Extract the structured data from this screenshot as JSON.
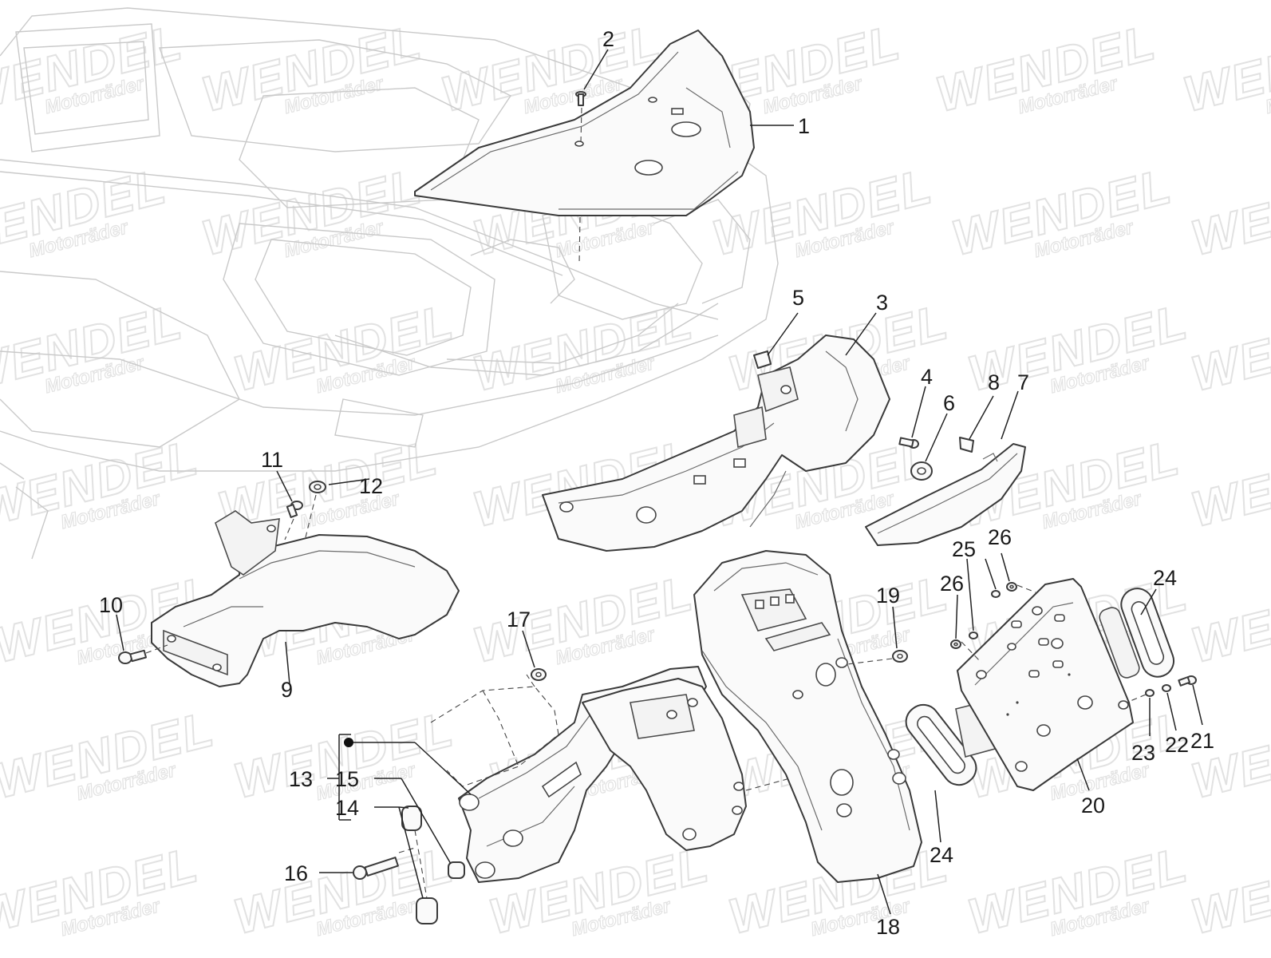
{
  "watermark": {
    "brand": "WENDEL",
    "sub": "Motorräder"
  },
  "callouts": [
    {
      "id": "1",
      "label": "1"
    },
    {
      "id": "2",
      "label": "2"
    },
    {
      "id": "3",
      "label": "3"
    },
    {
      "id": "4",
      "label": "4"
    },
    {
      "id": "5",
      "label": "5"
    },
    {
      "id": "6",
      "label": "6"
    },
    {
      "id": "7",
      "label": "7"
    },
    {
      "id": "8",
      "label": "8"
    },
    {
      "id": "9",
      "label": "9"
    },
    {
      "id": "10",
      "label": "10"
    },
    {
      "id": "11",
      "label": "11"
    },
    {
      "id": "12",
      "label": "12"
    },
    {
      "id": "13",
      "label": "13"
    },
    {
      "id": "14",
      "label": "14"
    },
    {
      "id": "15",
      "label": "15"
    },
    {
      "id": "16",
      "label": "16"
    },
    {
      "id": "17",
      "label": "17"
    },
    {
      "id": "18",
      "label": "18"
    },
    {
      "id": "19",
      "label": "19"
    },
    {
      "id": "20",
      "label": "20"
    },
    {
      "id": "21",
      "label": "21"
    },
    {
      "id": "22",
      "label": "22"
    },
    {
      "id": "23",
      "label": "23"
    },
    {
      "id": "24a",
      "label": "24"
    },
    {
      "id": "24b",
      "label": "24"
    },
    {
      "id": "25",
      "label": "25"
    },
    {
      "id": "26a",
      "label": "26"
    },
    {
      "id": "26b",
      "label": "26"
    }
  ]
}
